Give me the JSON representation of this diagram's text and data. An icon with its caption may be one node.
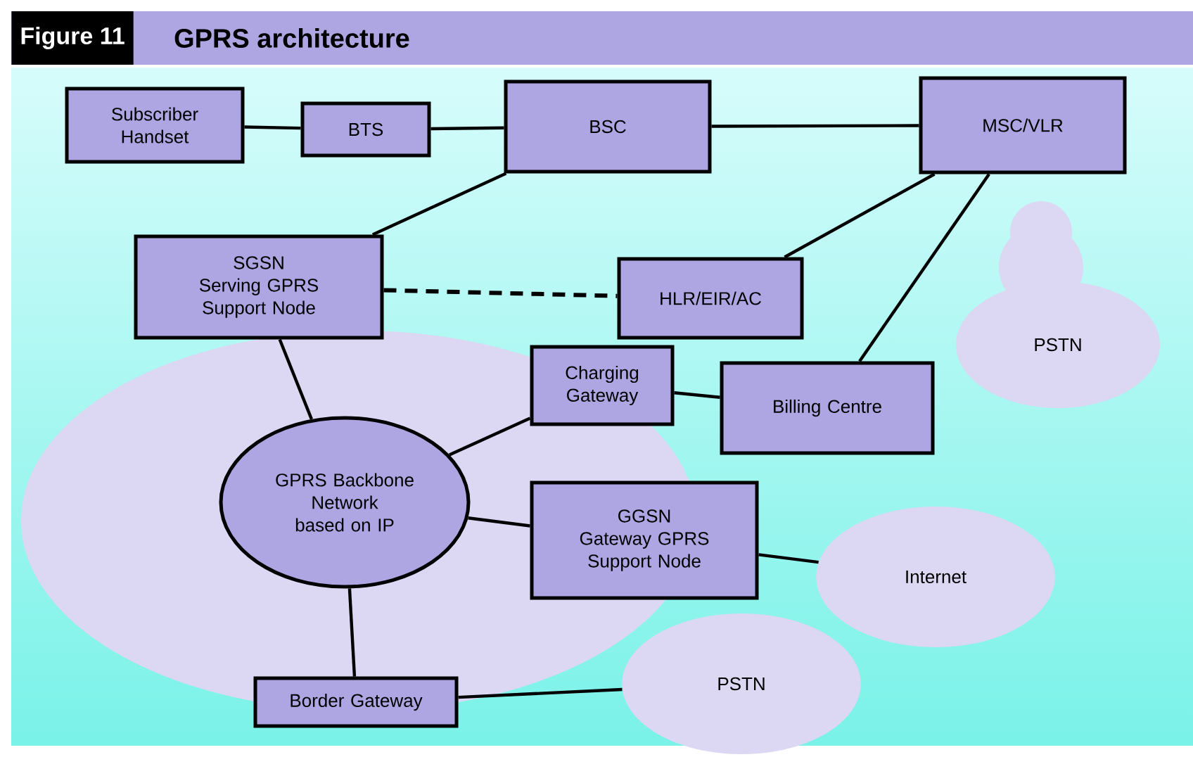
{
  "diagram": {
    "title": "GPRS architecture",
    "nodes": [
      {
        "text": [
          "Subscriber Handset"
        ]
      },
      {
        "text": [
          "BTS"
        ]
      },
      {
        "text": [
          "BSC"
        ]
      },
      {
        "text": [
          "MSC/VLR"
        ]
      },
      {
        "text": [
          "SGSN",
          "Serving GPRS Support Node"
        ]
      },
      {
        "text": [
          "HLR/EIR/AC"
        ]
      },
      {
        "text": [
          "PSTN"
        ]
      },
      {
        "text": [
          "Charging Gateway"
        ]
      },
      {
        "text": [
          "Billing Centre"
        ]
      },
      {
        "text": [
          "GPRS Backbone Network based on IP"
        ]
      },
      {
        "text": [
          "GGSN",
          "Gateway GPRS Support Node"
        ]
      },
      {
        "text": [
          "Internet"
        ]
      },
      {
        "text": [
          "Border Gateway"
        ]
      },
      {
        "text": [
          "PSTN"
        ]
      }
    ],
    "edges": [
      {
        "from": 0,
        "to": 1,
        "arrow": "none"
      },
      {
        "from": 1,
        "to": 2,
        "arrow": "none"
      },
      {
        "from": 2,
        "to": 3,
        "arrow": "none"
      },
      {
        "from": 2,
        "to": 4,
        "arrow": "none"
      },
      {
        "from": 3,
        "to": 5,
        "arrow": "none"
      },
      {
        "from": 3,
        "to": 8,
        "arrow": "none"
      },
      {
        "from": 4,
        "to": 5,
        "arrow": "none",
        "style": "dashed"
      },
      {
        "from": 4,
        "to": 9,
        "arrow": "none"
      },
      {
        "from": 9,
        "to": 7,
        "arrow": "none"
      },
      {
        "from": 7,
        "to": 8,
        "arrow": "none"
      },
      {
        "from": 9,
        "to": 10,
        "arrow": "none"
      },
      {
        "from": 10,
        "to": 11,
        "arrow": "none"
      },
      {
        "from": 9,
        "to": 12,
        "arrow": "none"
      },
      {
        "from": 12,
        "to": 13,
        "arrow": "none"
      }
    ],
    "labels": [
      "Figure 11"
    ]
  }
}
